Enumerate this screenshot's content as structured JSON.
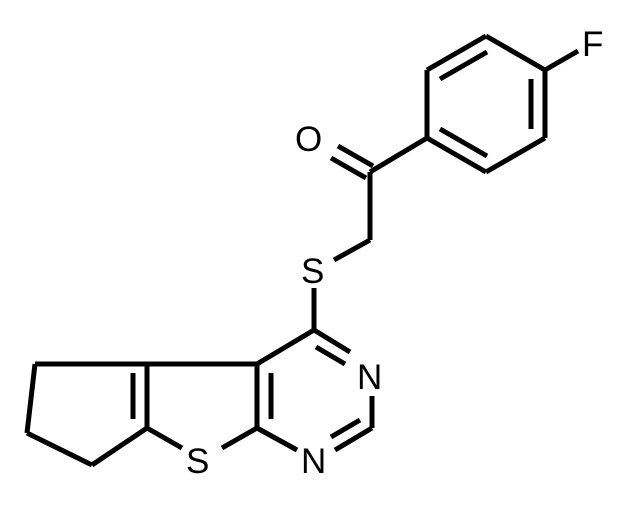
{
  "atoms": {
    "fluorine": "F",
    "oxygen": "O",
    "sulfur_thioether": "S",
    "nitrogen_upper": "N",
    "nitrogen_lower": "N",
    "sulfur_ring": "S"
  }
}
